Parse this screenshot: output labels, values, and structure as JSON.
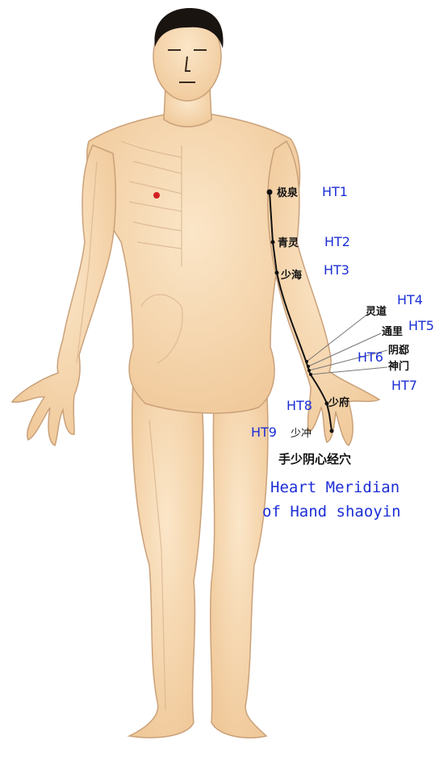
{
  "figure": {
    "colors": {
      "skin": "#f7dcb8",
      "skin_shade": "#e9b985",
      "outline": "#caa17a",
      "hair": "#1a1410",
      "meridian_line": "#111111",
      "point_code": "#1c2fd6",
      "heart_dot": "#d22020"
    }
  },
  "points": [
    {
      "id": "HT1",
      "code": "HT1",
      "name": "极泉"
    },
    {
      "id": "HT2",
      "code": "HT2",
      "name": "青灵"
    },
    {
      "id": "HT3",
      "code": "HT3",
      "name": "少海"
    },
    {
      "id": "HT4",
      "code": "HT4",
      "name": "灵道"
    },
    {
      "id": "HT5",
      "code": "HT5",
      "name": "通里"
    },
    {
      "id": "HT6",
      "code": "HT6",
      "name": "阴郄"
    },
    {
      "id": "HT7",
      "code": "HT7",
      "name": "神门"
    },
    {
      "id": "HT8",
      "code": "HT8",
      "name": "少府"
    },
    {
      "id": "HT9",
      "code": "HT9",
      "name": "少冲"
    }
  ],
  "caption": {
    "chinese": "手少阴心经穴",
    "english_line1": "Heart Meridian",
    "english_line2": "of Hand shaoyin"
  }
}
